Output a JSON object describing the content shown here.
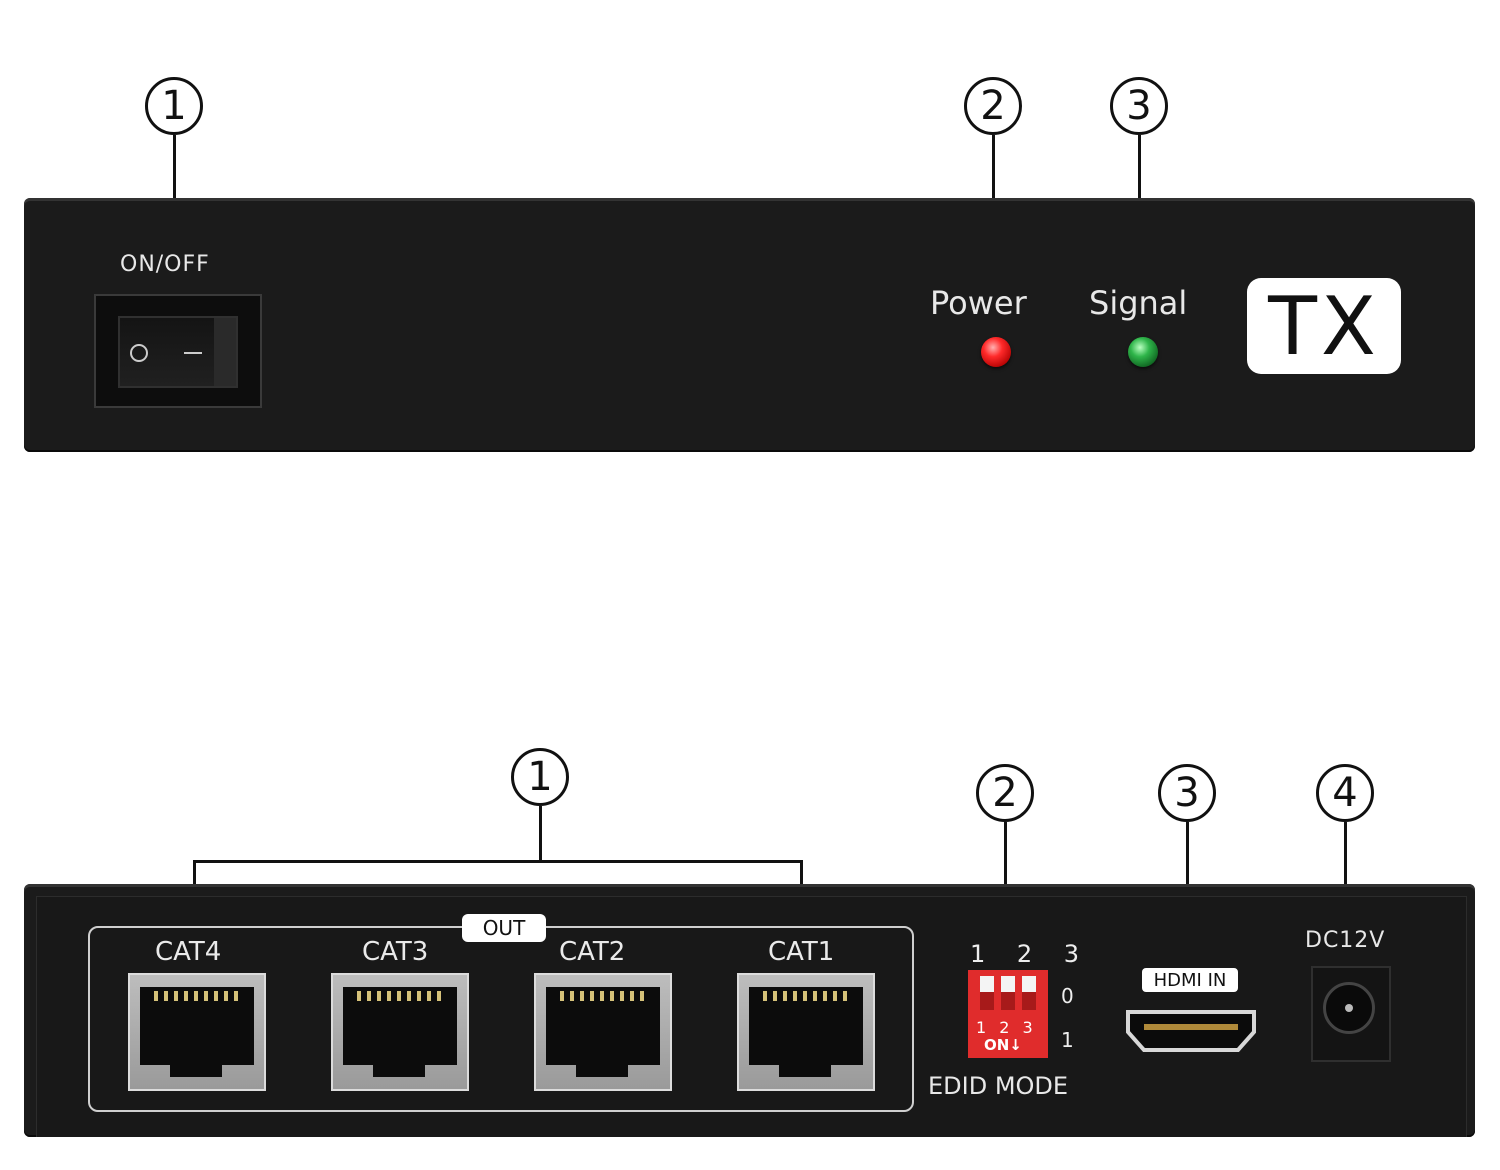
{
  "front": {
    "callouts": [
      "1",
      "2",
      "3"
    ],
    "switch_label": "ON/OFF",
    "power_label": "Power",
    "signal_label": "Signal",
    "badge": "TX",
    "led_colors": {
      "power": "#ff2a2a",
      "signal": "#2fb54a"
    }
  },
  "rear": {
    "callouts": [
      "1",
      "2",
      "3",
      "4"
    ],
    "out_label": "OUT",
    "ports": [
      "CAT4",
      "CAT3",
      "CAT2",
      "CAT1"
    ],
    "dip_numbers": "1 2 3",
    "dip_switch_numbers": "1 2 3",
    "dip_on": "ON↓",
    "dip_zero": "0",
    "dip_one": "1",
    "edid_label": "EDID MODE",
    "hdmi_label": "HDMI IN",
    "dc_label": "DC12V"
  }
}
